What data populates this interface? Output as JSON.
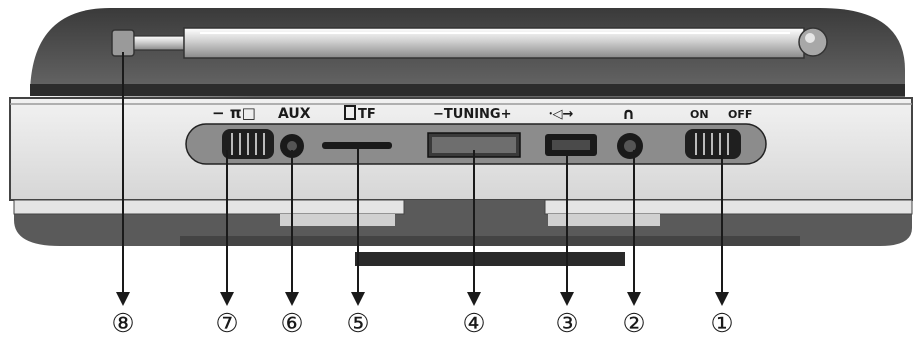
{
  "panel_labels": {
    "antenna_mode": "− π□",
    "aux": "AUX",
    "tf": "TF",
    "tuning": "−TUNING+",
    "usb": "⸱◁→",
    "headphone": "∩",
    "on": "ON",
    "off": "OFF"
  },
  "callouts": [
    {
      "id": "antenna",
      "number": "⑧"
    },
    {
      "id": "mode-switch",
      "number": "⑦"
    },
    {
      "id": "aux-jack",
      "number": "⑥"
    },
    {
      "id": "tf-slot",
      "number": "⑤"
    },
    {
      "id": "tuning-wheel",
      "number": "④"
    },
    {
      "id": "usb-port",
      "number": "③"
    },
    {
      "id": "headphone-jack",
      "number": "②"
    },
    {
      "id": "power-switch",
      "number": "①"
    }
  ]
}
